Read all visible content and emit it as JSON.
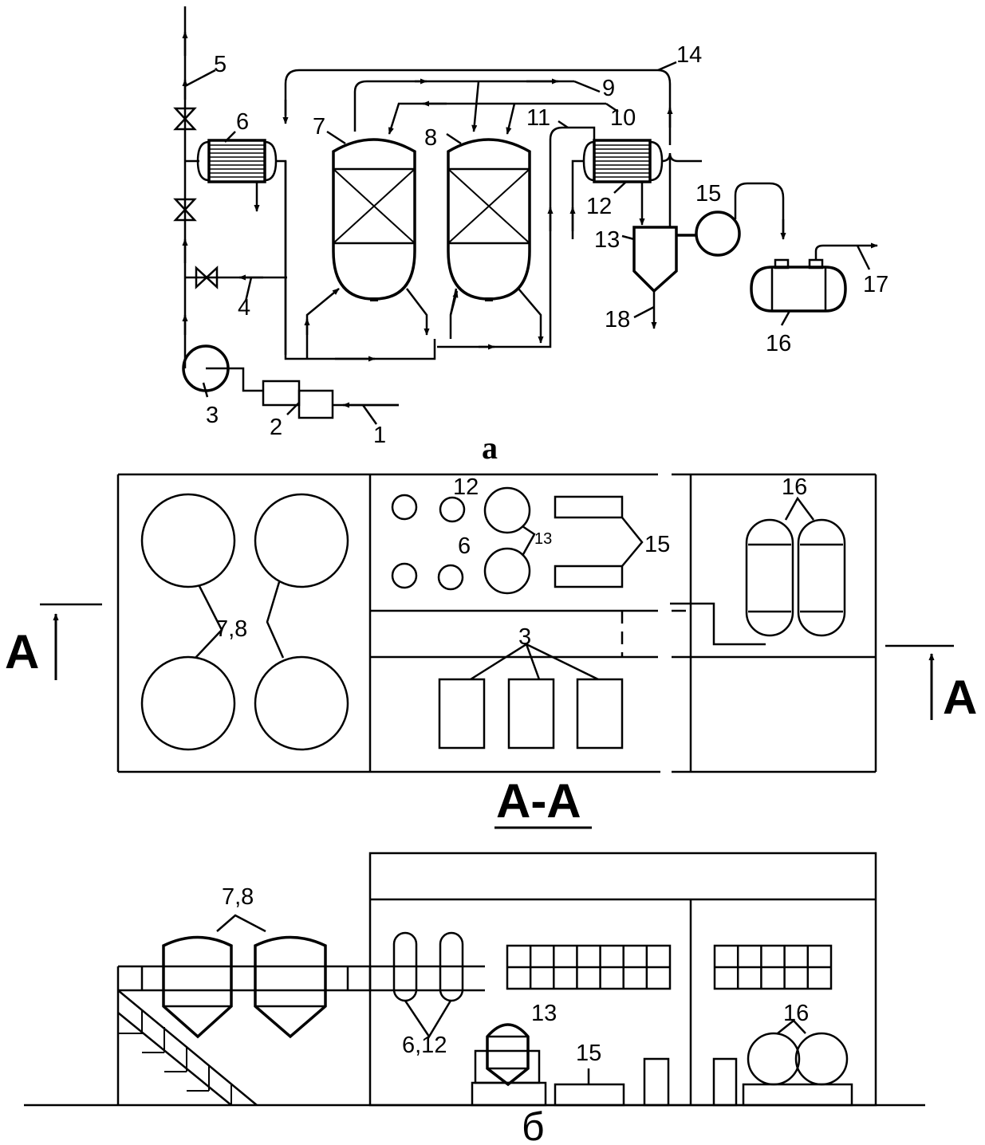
{
  "diagram_a": {
    "caption": "а",
    "labels": {
      "l1": "1",
      "l2": "2",
      "l3": "3",
      "l4": "4",
      "l5": "5",
      "l6": "6",
      "l7": "7",
      "l8": "8",
      "l9": "9",
      "l10": "10",
      "l11": "11",
      "l12": "12",
      "l13": "13",
      "l14": "14",
      "l15": "15",
      "l16": "16",
      "l17": "17",
      "l18": "18"
    }
  },
  "plan": {
    "label_78": "7,8",
    "label_12": "12",
    "label_6": "6",
    "label_13": "13",
    "label_15": "15",
    "label_16": "16",
    "label_3": "3",
    "section_left": "A",
    "section_right": "A"
  },
  "section": {
    "title": "A-A",
    "caption": "б",
    "label_78": "7,8",
    "label_612": "6,12",
    "label_13": "13",
    "label_15": "15",
    "label_16": "16"
  }
}
